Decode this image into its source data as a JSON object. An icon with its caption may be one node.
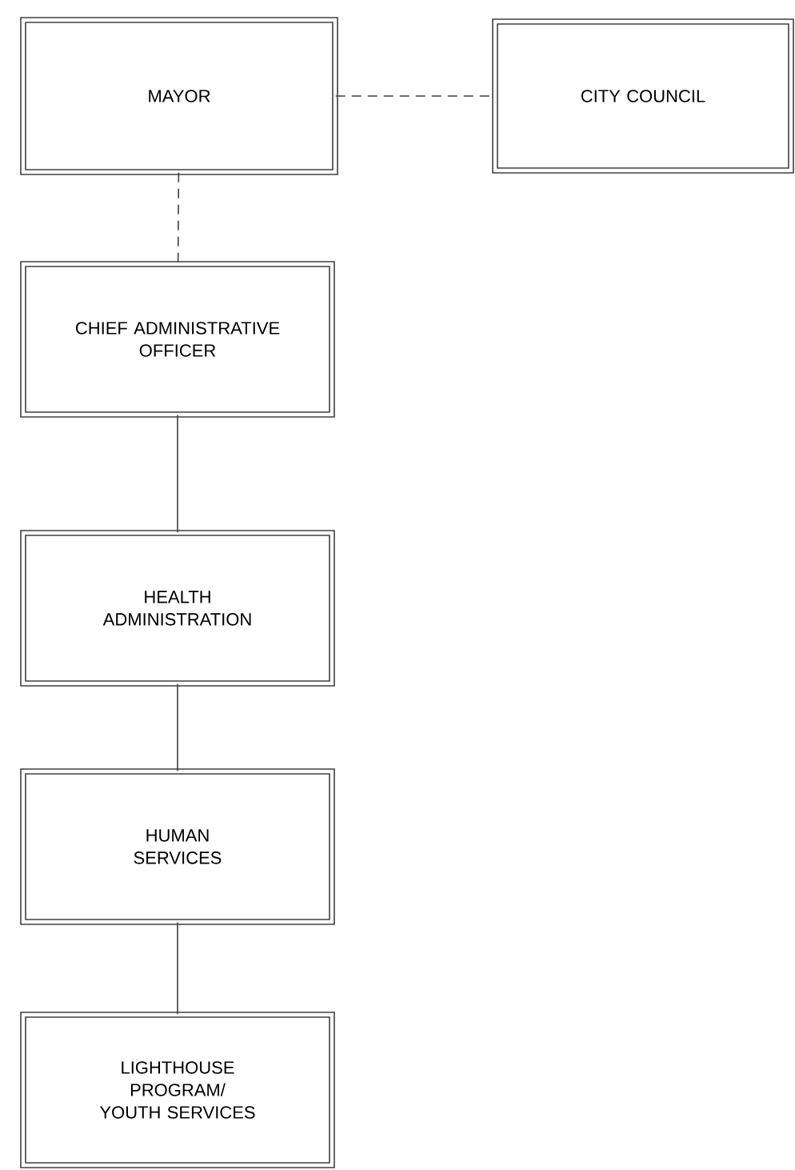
{
  "diagram": {
    "nodes": [
      {
        "text": [
          "MAYOR"
        ]
      },
      {
        "text": [
          "CITY COUNCIL"
        ]
      },
      {
        "text": [
          "CHIEF ADMINISTRATIVE OFFICER"
        ]
      },
      {
        "text": [
          "HEALTH ADMINISTRATION"
        ]
      },
      {
        "text": [
          "HUMAN SERVICES"
        ]
      },
      {
        "text": [
          "LIGHTHOUSE PROGRAM/ YOUTH SERVICES"
        ]
      }
    ],
    "edges": [
      {
        "from": 0,
        "to": 1,
        "arrow": "none",
        "style": "dashed"
      },
      {
        "from": 0,
        "to": 2,
        "arrow": "none",
        "style": "dashed"
      },
      {
        "from": 2,
        "to": 3,
        "arrow": "none"
      },
      {
        "from": 3,
        "to": 4,
        "arrow": "none"
      },
      {
        "from": 4,
        "to": 5,
        "arrow": "none"
      }
    ]
  }
}
